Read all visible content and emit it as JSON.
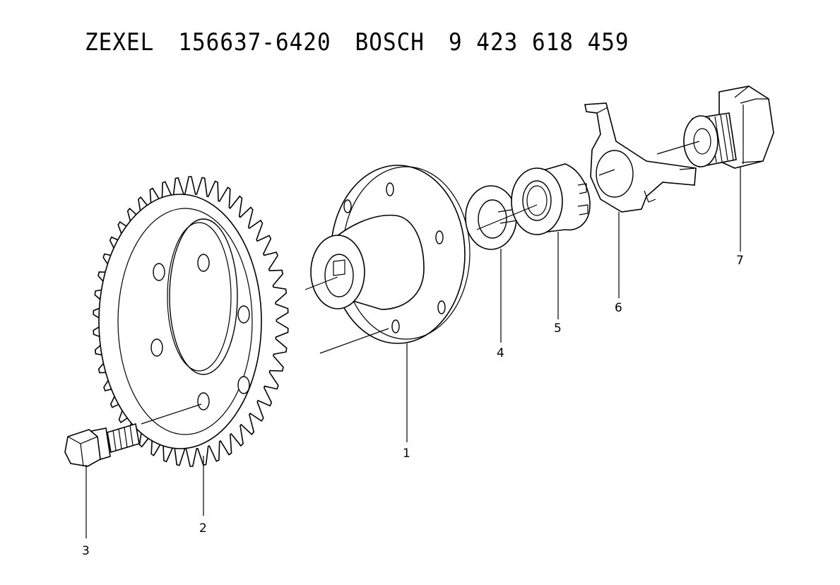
{
  "header": {
    "brand1": "ZEXEL",
    "part1": "156637-6420",
    "brand2": "BOSCH",
    "part2": "9 423 618 459"
  },
  "callouts": [
    "1",
    "2",
    "3",
    "4",
    "5",
    "6",
    "7"
  ]
}
